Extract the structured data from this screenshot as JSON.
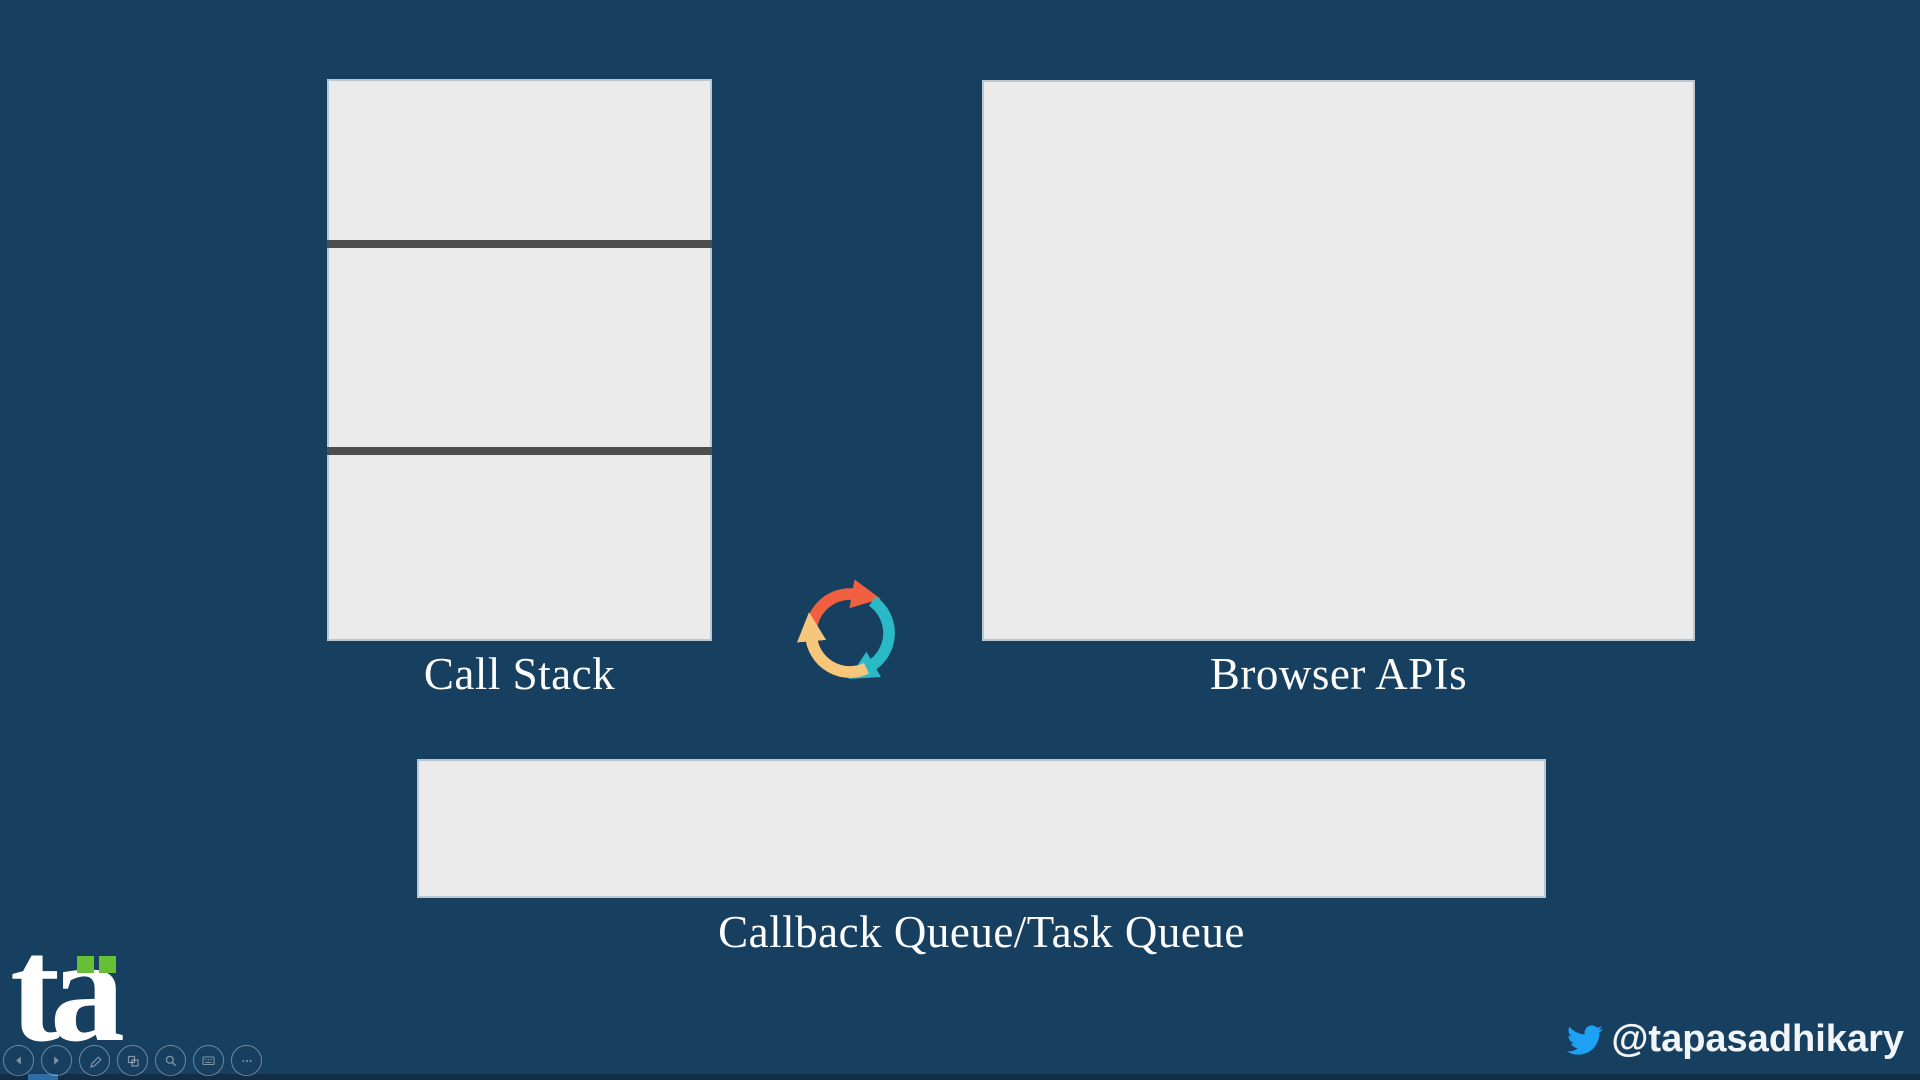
{
  "slide": {
    "background_color": "#173f5f",
    "box_fill_color": "#ebebeb",
    "frame_divider_color": "#4e4e4e",
    "labels": {
      "call_stack": "Call Stack",
      "browser_apis": "Browser APIs",
      "callback_queue": "Callback Queue/Task Queue"
    },
    "call_stack": {
      "frame_count": 3
    },
    "event_loop_icon": {
      "orange": "#f06040",
      "teal": "#2ab9c7",
      "yellow": "#f6c77b"
    }
  },
  "logo": {
    "text": "ta",
    "accent_color": "#67bf35"
  },
  "toolbar": {
    "icons": [
      "previous-icon",
      "play-icon",
      "pencil-icon",
      "slides-icon",
      "magnifier-icon",
      "keyboard-icon",
      "ellipsis-icon"
    ]
  },
  "footer": {
    "twitter_handle": "@tapasadhikary",
    "twitter_blue": "#1da1f2"
  }
}
